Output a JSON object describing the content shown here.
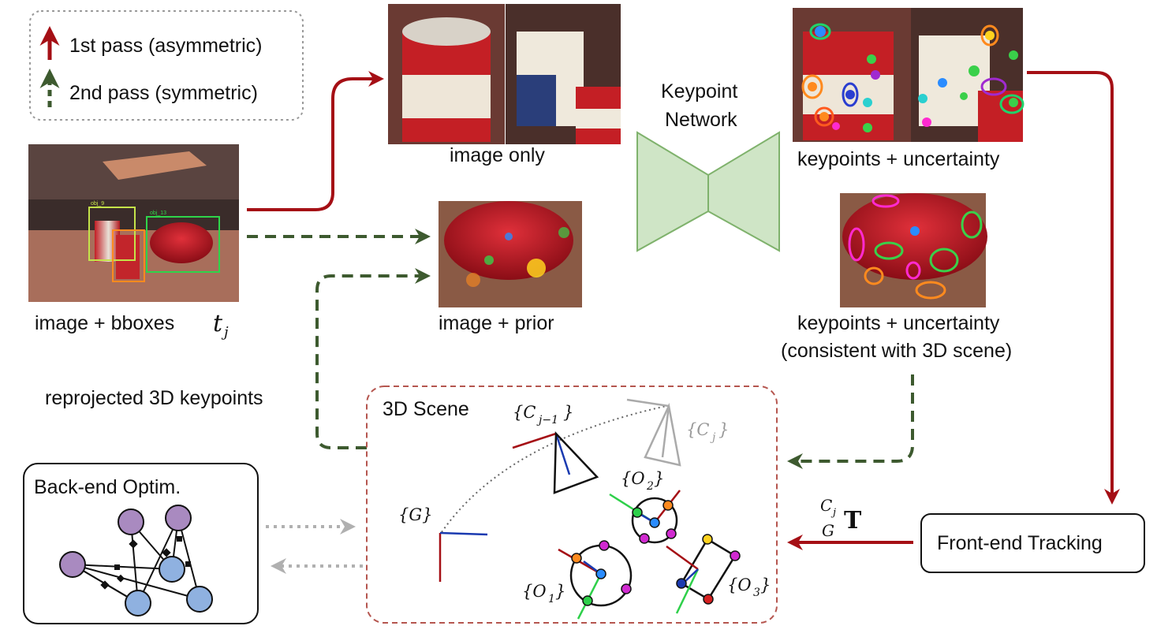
{
  "legend": {
    "first_pass": "1st pass (asymmetric)",
    "second_pass": "2nd pass (symmetric)"
  },
  "labels": {
    "input": "image + bboxes",
    "input_math": "t",
    "input_math_sub": "j",
    "image_only": "image only",
    "image_prior": "image + prior",
    "network_line1": "Keypoint",
    "network_line2": "Network",
    "kp_uncert": "keypoints + uncertainty",
    "kp_uncert2_line1": "keypoints + uncertainty",
    "kp_uncert2_line2": "(consistent with 3D scene)",
    "reprojected": "reprojected 3D keypoints",
    "scene_title": "3D Scene",
    "backend": "Back-end Optim.",
    "frontend": "Front-end Tracking",
    "frame_G": "{G}",
    "frame_Cj1": "{C",
    "frame_Cj1_sub": "j−1",
    "frame_Cj": "{C",
    "frame_Cj_sub": "j",
    "frame_O1": "{O",
    "frame_O1_sub": "1",
    "frame_O2": "{O",
    "frame_O2_sub": "2",
    "frame_O3": "{O",
    "frame_O3_sub": "3",
    "close_brace": "}",
    "transform_sup": "C",
    "transform_sup_sub": "j",
    "transform_sub": "G",
    "transform_T": "T",
    "bbox_tag1": "obj_9",
    "bbox_tag2": "obj_13"
  },
  "colors": {
    "first_pass": "#a50f15",
    "second_pass": "#3d5a2f",
    "network_fill": "#cfe5c6",
    "network_stroke": "#7fb26c",
    "scene_border": "#b5564f",
    "dotted_gray": "#b0b0b0",
    "graph_node_purple": "#a98ac0",
    "graph_node_blue": "#8fb1e0"
  }
}
